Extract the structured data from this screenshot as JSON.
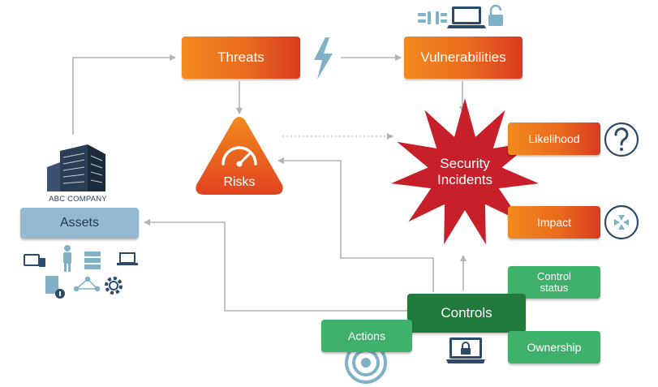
{
  "diagram": {
    "threats_label": "Threats",
    "vulnerabilities_label": "Vulnerabilities",
    "risks_label": "Risks",
    "incidents_label_line1": "Security",
    "incidents_label_line2": "Incidents",
    "likelihood_label": "Likelihood",
    "impact_label": "Impact",
    "assets_label": "Assets",
    "company_label": "ABC COMPANY",
    "controls_label": "Controls",
    "control_status_line1": "Control",
    "control_status_line2": "status",
    "actions_label": "Actions",
    "ownership_label": "Ownership"
  },
  "colors": {
    "orange": "#f28a1e",
    "red": "#c8202a",
    "green_light": "#3fb16a",
    "green_dark": "#1f7a3c",
    "assets_blue": "#94b9d1",
    "arrow_gray": "#b3b3b3",
    "icon_navy": "#2c4a6b",
    "icon_teal": "#7fb2c6"
  },
  "icons": [
    "chain-link-icon",
    "laptop-icon",
    "padlock-icon",
    "lightning-bolt-icon",
    "gauge-icon",
    "question-mark-icon",
    "compress-arrows-icon",
    "building-icon",
    "devices-icon",
    "person-icon",
    "server-icon",
    "document-info-icon",
    "network-icon",
    "gear-icon",
    "target-icon",
    "laptop-lock-icon"
  ]
}
